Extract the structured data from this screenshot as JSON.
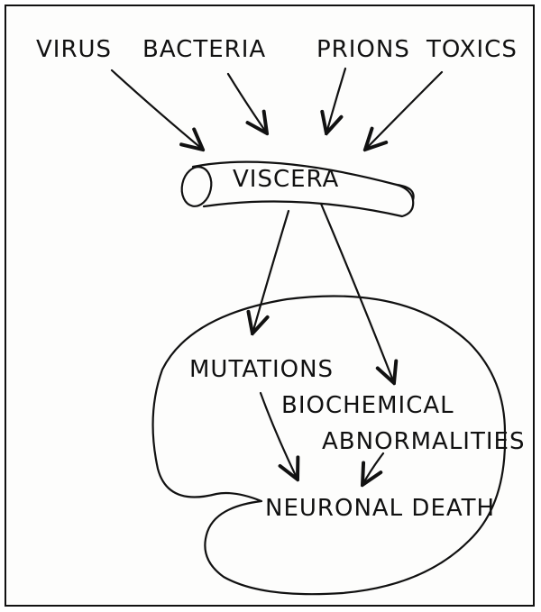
{
  "sources": [
    "VIRUS",
    "BACTERIA",
    "PRIONS",
    "TOXICS"
  ],
  "organ": "VISCERA",
  "brain_labels": {
    "mutations": "MUTATIONS",
    "biochemical_line1": "BIOCHEMICAL",
    "biochemical_line2": "ABNORMALITIES",
    "outcome": "NEURONAL DEATH"
  },
  "colors": {
    "ink": "#111111",
    "paper": "#fdfdfc"
  }
}
